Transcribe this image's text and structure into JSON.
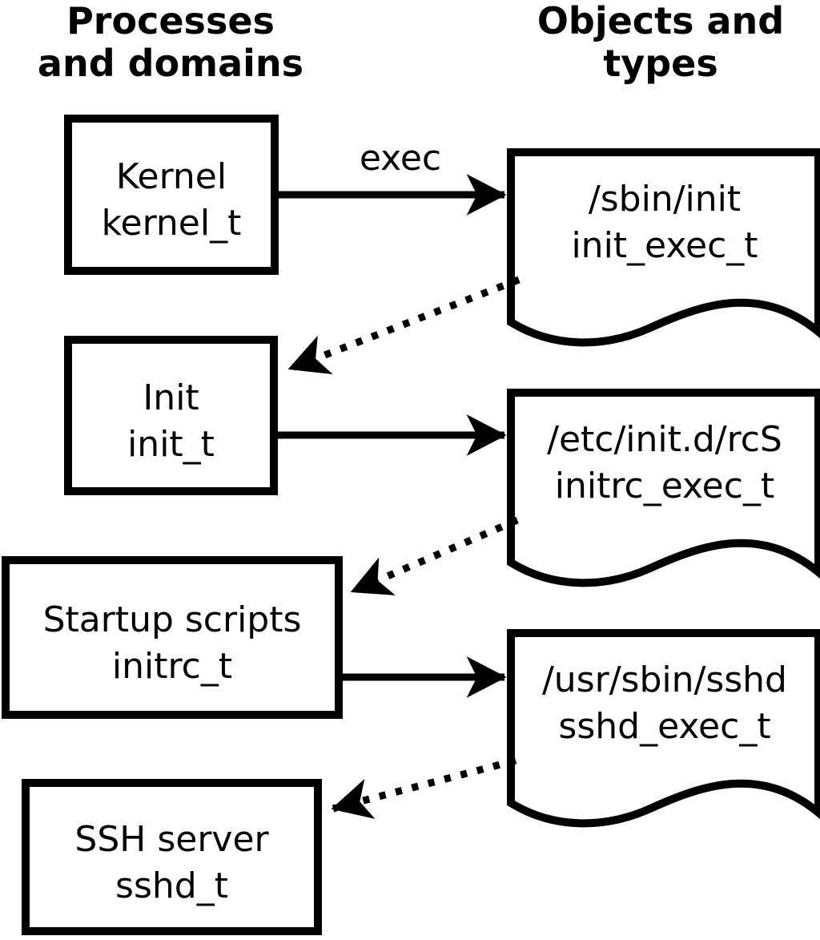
{
  "diagram": {
    "title_left": {
      "line1": "Processes",
      "line2": "and domains"
    },
    "title_right": {
      "line1": "Objects and",
      "line2": "types"
    },
    "arrow_label_exec": "exec",
    "processes": [
      {
        "label": "Kernel",
        "domain": "kernel_t"
      },
      {
        "label": "Init",
        "domain": "init_t"
      },
      {
        "label": "Startup scripts",
        "domain": "initrc_t"
      },
      {
        "label": "SSH server",
        "domain": "sshd_t"
      }
    ],
    "objects": [
      {
        "path": "/sbin/init",
        "type": "init_exec_t"
      },
      {
        "path": "/etc/init.d/rcS",
        "type": "initrc_exec_t"
      },
      {
        "path": "/usr/sbin/sshd",
        "type": "sshd_exec_t"
      }
    ],
    "colors": {
      "foreground": "#000000",
      "background": "#ffffff"
    }
  }
}
